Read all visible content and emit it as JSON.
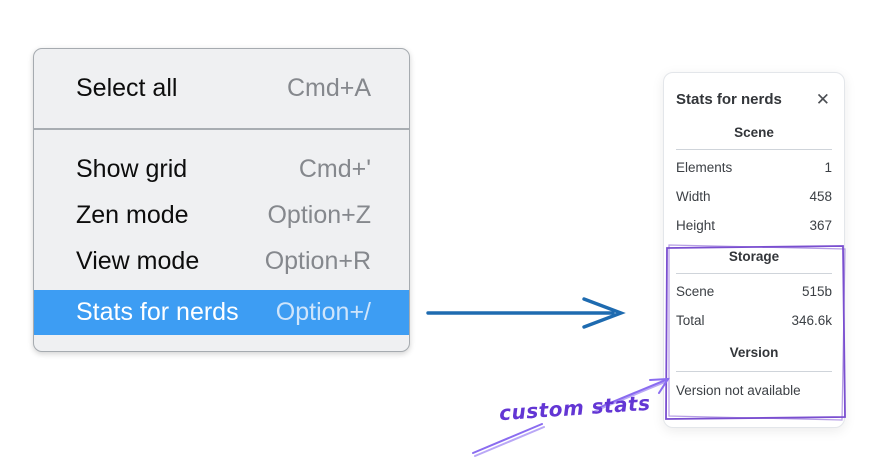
{
  "menu": {
    "items": [
      {
        "label": "Select all",
        "shortcut": "Cmd+A"
      },
      {
        "label": "Show grid",
        "shortcut": "Cmd+'"
      },
      {
        "label": "Zen mode",
        "shortcut": "Option+Z"
      },
      {
        "label": "View mode",
        "shortcut": "Option+R"
      },
      {
        "label": "Stats for nerds",
        "shortcut": "Option+/"
      }
    ],
    "highlighted_item": "Stats for nerds"
  },
  "stats_panel": {
    "title": "Stats for nerds",
    "close_icon": "✕",
    "scene": {
      "header": "Scene",
      "rows": [
        {
          "label": "Elements",
          "value": "1"
        },
        {
          "label": "Width",
          "value": "458"
        },
        {
          "label": "Height",
          "value": "367"
        }
      ]
    },
    "storage": {
      "header": "Storage",
      "rows": [
        {
          "label": "Scene",
          "value": "515b"
        },
        {
          "label": "Total",
          "value": "346.6k"
        }
      ]
    },
    "version": {
      "header": "Version",
      "note": "Version not available"
    }
  },
  "annotation": {
    "label": "custom stats"
  },
  "colors": {
    "menu-highlight": "#3d9df3",
    "flow-arrow": "#1e6bb0",
    "annotation-box": "#7a4fd0",
    "annotation-stroke": "#8a6cf0",
    "annotation-text": "#6336d4"
  }
}
